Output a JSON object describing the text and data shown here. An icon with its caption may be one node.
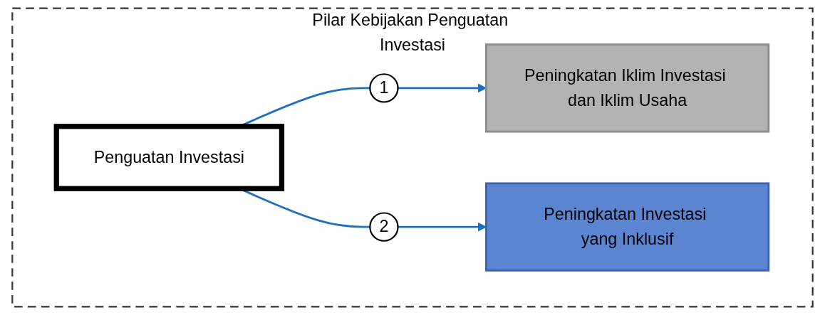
{
  "diagram": {
    "nodes": [
      {
        "text": [
          "Pilar Kebijakan Penguatan Investasi"
        ]
      },
      {
        "text": [
          "Penguatan Investasi"
        ],
        "in": 0
      },
      {
        "text": [
          "1"
        ],
        "in": 0
      },
      {
        "text": [
          "Peningkatan Iklim Investasi dan Iklim Usaha"
        ],
        "in": 0
      },
      {
        "text": [
          "2"
        ],
        "in": 0
      },
      {
        "text": [
          "Peningkatan Investasi yang Inklusif"
        ],
        "in": 0
      }
    ],
    "edges": [
      {
        "from": 1,
        "to": 2,
        "arrow": "none"
      },
      {
        "from": 2,
        "to": 3,
        "arrow": "to"
      },
      {
        "from": 1,
        "to": 4,
        "arrow": "none"
      },
      {
        "from": 4,
        "to": 5,
        "arrow": "to"
      }
    ]
  }
}
